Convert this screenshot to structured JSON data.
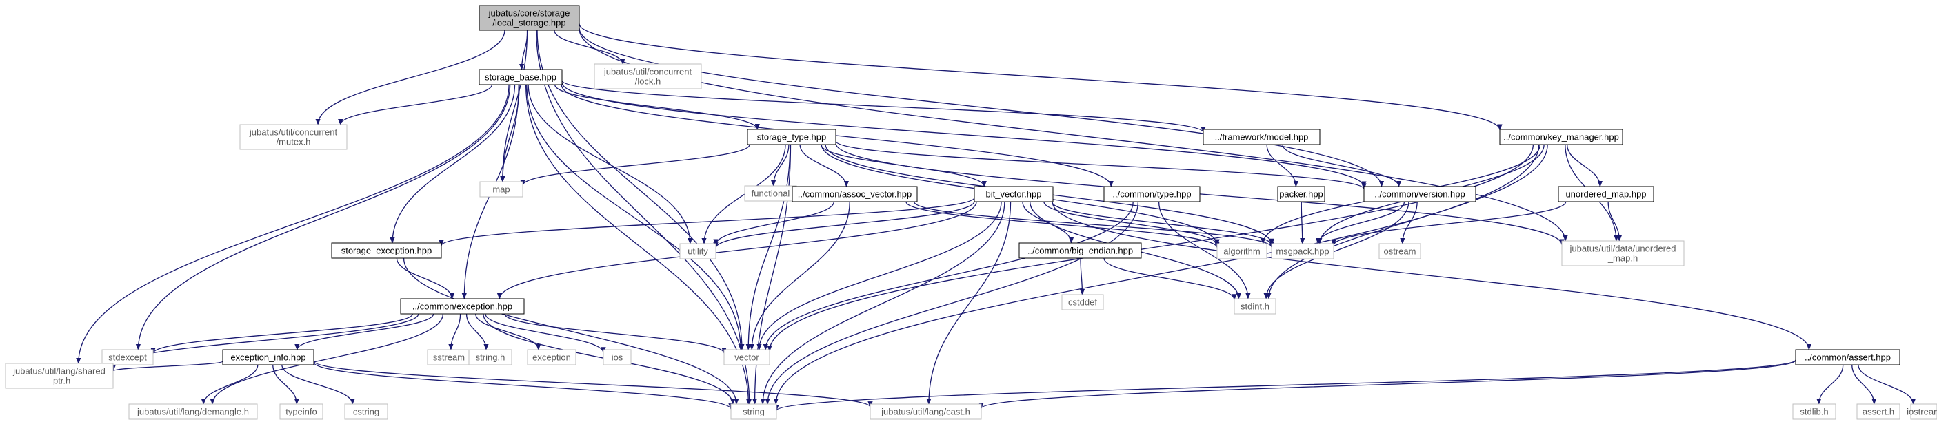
{
  "diagram": {
    "type": "include-dependency-graph",
    "colors": {
      "edge": "#191970",
      "root_fill": "#bfbfbf",
      "node_border": "#000000",
      "external_border": "#bfbfbf",
      "background": "#ffffff"
    },
    "nodes": [
      {
        "id": "local_storage",
        "lines": [
          "jubatus/core/storage",
          "/local_storage.hpp"
        ],
        "kind": "root"
      },
      {
        "id": "storage_base",
        "lines": [
          "storage_base.hpp"
        ],
        "kind": "internal"
      },
      {
        "id": "concurrent_lock",
        "lines": [
          "jubatus/util/concurrent",
          "/lock.h"
        ],
        "kind": "external"
      },
      {
        "id": "concurrent_mutex",
        "lines": [
          "jubatus/util/concurrent",
          "/mutex.h"
        ],
        "kind": "external"
      },
      {
        "id": "storage_type",
        "lines": [
          "storage_type.hpp"
        ],
        "kind": "internal"
      },
      {
        "id": "framework_model",
        "lines": [
          "../framework/model.hpp"
        ],
        "kind": "internal"
      },
      {
        "id": "key_manager",
        "lines": [
          "../common/key_manager.hpp"
        ],
        "kind": "internal"
      },
      {
        "id": "map",
        "lines": [
          "map"
        ],
        "kind": "external"
      },
      {
        "id": "functional",
        "lines": [
          "functional"
        ],
        "kind": "external"
      },
      {
        "id": "assoc_vector",
        "lines": [
          "../common/assoc_vector.hpp"
        ],
        "kind": "internal"
      },
      {
        "id": "bit_vector",
        "lines": [
          "bit_vector.hpp"
        ],
        "kind": "internal"
      },
      {
        "id": "common_type",
        "lines": [
          "../common/type.hpp"
        ],
        "kind": "internal"
      },
      {
        "id": "packer",
        "lines": [
          "packer.hpp"
        ],
        "kind": "internal"
      },
      {
        "id": "common_version",
        "lines": [
          "../common/version.hpp"
        ],
        "kind": "internal"
      },
      {
        "id": "unordered_map_hpp",
        "lines": [
          "unordered_map.hpp"
        ],
        "kind": "internal"
      },
      {
        "id": "utility",
        "lines": [
          "utility"
        ],
        "kind": "external"
      },
      {
        "id": "storage_exception",
        "lines": [
          "storage_exception.hpp"
        ],
        "kind": "internal"
      },
      {
        "id": "big_endian",
        "lines": [
          "../common/big_endian.hpp"
        ],
        "kind": "internal"
      },
      {
        "id": "algorithm",
        "lines": [
          "algorithm"
        ],
        "kind": "external"
      },
      {
        "id": "msgpack",
        "lines": [
          "msgpack.hpp"
        ],
        "kind": "external"
      },
      {
        "id": "ostream",
        "lines": [
          "ostream"
        ],
        "kind": "external"
      },
      {
        "id": "data_unordered_map",
        "lines": [
          "jubatus/util/data/unordered",
          "_map.h"
        ],
        "kind": "external"
      },
      {
        "id": "cstddef",
        "lines": [
          "cstddef"
        ],
        "kind": "external"
      },
      {
        "id": "stdint",
        "lines": [
          "stdint.h"
        ],
        "kind": "external"
      },
      {
        "id": "common_exception",
        "lines": [
          "../common/exception.hpp"
        ],
        "kind": "internal"
      },
      {
        "id": "stdexcept",
        "lines": [
          "stdexcept"
        ],
        "kind": "external"
      },
      {
        "id": "sstream",
        "lines": [
          "sstream"
        ],
        "kind": "external"
      },
      {
        "id": "string_h",
        "lines": [
          "string.h"
        ],
        "kind": "external"
      },
      {
        "id": "exception",
        "lines": [
          "exception"
        ],
        "kind": "external"
      },
      {
        "id": "ios",
        "lines": [
          "ios"
        ],
        "kind": "external"
      },
      {
        "id": "vector",
        "lines": [
          "vector"
        ],
        "kind": "external"
      },
      {
        "id": "exception_info",
        "lines": [
          "exception_info.hpp"
        ],
        "kind": "internal"
      },
      {
        "id": "common_assert",
        "lines": [
          "../common/assert.hpp"
        ],
        "kind": "internal"
      },
      {
        "id": "shared_ptr",
        "lines": [
          "jubatus/util/lang/shared",
          "_ptr.h"
        ],
        "kind": "external"
      },
      {
        "id": "demangle",
        "lines": [
          "jubatus/util/lang/demangle.h"
        ],
        "kind": "external"
      },
      {
        "id": "typeinfo",
        "lines": [
          "typeinfo"
        ],
        "kind": "external"
      },
      {
        "id": "cstring",
        "lines": [
          "cstring"
        ],
        "kind": "external"
      },
      {
        "id": "string",
        "lines": [
          "string"
        ],
        "kind": "external"
      },
      {
        "id": "lang_cast",
        "lines": [
          "jubatus/util/lang/cast.h"
        ],
        "kind": "external"
      },
      {
        "id": "stdlib",
        "lines": [
          "stdlib.h"
        ],
        "kind": "external"
      },
      {
        "id": "assert_h",
        "lines": [
          "assert.h"
        ],
        "kind": "external"
      },
      {
        "id": "iostream",
        "lines": [
          "iostream"
        ],
        "kind": "external"
      }
    ],
    "edges": [
      [
        "local_storage",
        "storage_base"
      ],
      [
        "local_storage",
        "concurrent_lock"
      ],
      [
        "local_storage",
        "concurrent_mutex"
      ],
      [
        "local_storage",
        "map"
      ],
      [
        "local_storage",
        "key_manager"
      ],
      [
        "local_storage",
        "common_version"
      ],
      [
        "local_storage",
        "data_unordered_map"
      ],
      [
        "local_storage",
        "vector"
      ],
      [
        "local_storage",
        "string"
      ],
      [
        "storage_base",
        "concurrent_mutex"
      ],
      [
        "storage_base",
        "storage_type"
      ],
      [
        "storage_base",
        "framework_model"
      ],
      [
        "storage_base",
        "map"
      ],
      [
        "storage_base",
        "utility"
      ],
      [
        "storage_base",
        "storage_exception"
      ],
      [
        "storage_base",
        "common_exception"
      ],
      [
        "storage_base",
        "common_version"
      ],
      [
        "storage_base",
        "common_type"
      ],
      [
        "storage_base",
        "stdexcept"
      ],
      [
        "storage_base",
        "shared_ptr"
      ],
      [
        "storage_base",
        "vector"
      ],
      [
        "storage_base",
        "string"
      ],
      [
        "storage_type",
        "map"
      ],
      [
        "storage_type",
        "functional"
      ],
      [
        "storage_type",
        "assoc_vector"
      ],
      [
        "storage_type",
        "bit_vector"
      ],
      [
        "storage_type",
        "common_version"
      ],
      [
        "storage_type",
        "msgpack"
      ],
      [
        "storage_type",
        "algorithm"
      ],
      [
        "storage_type",
        "data_unordered_map"
      ],
      [
        "storage_type",
        "utility"
      ],
      [
        "storage_type",
        "vector"
      ],
      [
        "storage_type",
        "string"
      ],
      [
        "framework_model",
        "packer"
      ],
      [
        "framework_model",
        "common_version"
      ],
      [
        "key_manager",
        "unordered_map_hpp"
      ],
      [
        "key_manager",
        "data_unordered_map"
      ],
      [
        "key_manager",
        "msgpack"
      ],
      [
        "key_manager",
        "algorithm"
      ],
      [
        "key_manager",
        "stdint"
      ],
      [
        "key_manager",
        "vector"
      ],
      [
        "key_manager",
        "string"
      ],
      [
        "assoc_vector",
        "utility"
      ],
      [
        "assoc_vector",
        "vector"
      ],
      [
        "assoc_vector",
        "algorithm"
      ],
      [
        "assoc_vector",
        "msgpack"
      ],
      [
        "bit_vector",
        "storage_exception"
      ],
      [
        "bit_vector",
        "big_endian"
      ],
      [
        "bit_vector",
        "algorithm"
      ],
      [
        "bit_vector",
        "msgpack"
      ],
      [
        "bit_vector",
        "stdint"
      ],
      [
        "bit_vector",
        "vector"
      ],
      [
        "bit_vector",
        "string"
      ],
      [
        "bit_vector",
        "common_exception"
      ],
      [
        "bit_vector",
        "common_assert"
      ],
      [
        "bit_vector",
        "lang_cast"
      ],
      [
        "bit_vector",
        "utility"
      ],
      [
        "common_type",
        "vector"
      ],
      [
        "common_type",
        "string"
      ],
      [
        "common_type",
        "stdint"
      ],
      [
        "packer",
        "msgpack"
      ],
      [
        "common_version",
        "msgpack"
      ],
      [
        "common_version",
        "ostream"
      ],
      [
        "common_version",
        "stdint"
      ],
      [
        "unordered_map_hpp",
        "data_unordered_map"
      ],
      [
        "unordered_map_hpp",
        "msgpack"
      ],
      [
        "storage_exception",
        "common_exception"
      ],
      [
        "storage_exception",
        "string"
      ],
      [
        "big_endian",
        "cstddef"
      ],
      [
        "big_endian",
        "stdint"
      ],
      [
        "common_exception",
        "stdexcept"
      ],
      [
        "common_exception",
        "sstream"
      ],
      [
        "common_exception",
        "string_h"
      ],
      [
        "common_exception",
        "exception"
      ],
      [
        "common_exception",
        "ios"
      ],
      [
        "common_exception",
        "vector"
      ],
      [
        "common_exception",
        "exception_info"
      ],
      [
        "common_exception",
        "shared_ptr"
      ],
      [
        "common_exception",
        "demangle"
      ],
      [
        "common_exception",
        "string"
      ],
      [
        "exception_info",
        "shared_ptr"
      ],
      [
        "exception_info",
        "demangle"
      ],
      [
        "exception_info",
        "typeinfo"
      ],
      [
        "exception_info",
        "cstring"
      ],
      [
        "exception_info",
        "string"
      ],
      [
        "exception_info",
        "lang_cast"
      ],
      [
        "common_assert",
        "stdlib"
      ],
      [
        "common_assert",
        "assert_h"
      ],
      [
        "common_assert",
        "iostream"
      ],
      [
        "common_assert",
        "string"
      ],
      [
        "common_assert",
        "lang_cast"
      ]
    ]
  }
}
